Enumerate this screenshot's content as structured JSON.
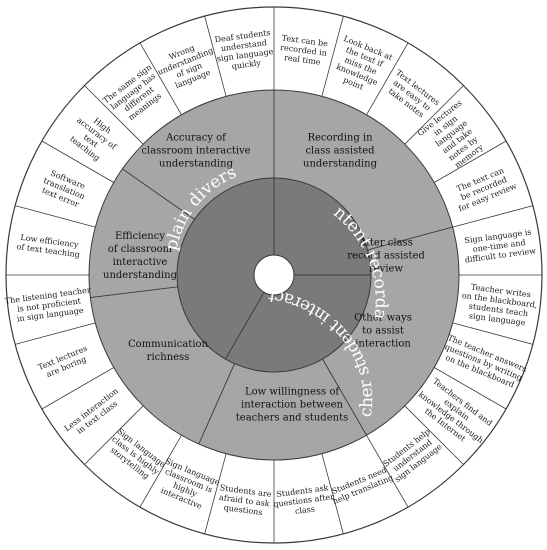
{
  "colors": {
    "background": "#ffffff",
    "outer_ring": "#ffffff",
    "middle_ring": "#a6a6a6",
    "inner_ring": "#7a7a7a",
    "center": "#ffffff",
    "lines": "#3a3a3a",
    "theme_text": "#ffffff"
  },
  "themes": [
    {
      "label": "Explain diversity"
    },
    {
      "label": "Content recordable"
    },
    {
      "label": "Teacher student interaction"
    }
  ],
  "middle_items": [
    {
      "lines": [
        "Accuracy of",
        "classroom interactive",
        "understanding"
      ]
    },
    {
      "lines": [
        "Recording in",
        "class assisted",
        "understanding"
      ]
    },
    {
      "lines": [
        "After class",
        "record assisted",
        "review"
      ]
    },
    {
      "lines": [
        "Other ways",
        "to assist",
        "interaction"
      ]
    },
    {
      "lines": [
        "Low willingness of",
        "interaction between",
        "teachers and students"
      ]
    },
    {
      "lines": [
        "Communication",
        "richness"
      ]
    },
    {
      "lines": [
        "Efficiency",
        "of classroom",
        "interactive",
        "understanding"
      ]
    }
  ],
  "outer_items": [
    {
      "lines": [
        "Text can be",
        "recorded in",
        "real time"
      ]
    },
    {
      "lines": [
        "Look back at",
        "the text if",
        "miss the",
        "knowledge",
        "point"
      ]
    },
    {
      "lines": [
        "Text lectures",
        "are easy to",
        "take notes"
      ]
    },
    {
      "lines": [
        "Give lectures",
        "in sign",
        "language",
        "and take",
        "notes by",
        "memory"
      ]
    },
    {
      "lines": [
        "The text can",
        "be recorded",
        "for easy review"
      ]
    },
    {
      "lines": [
        "Sign language is",
        "one-time and",
        "difficult to review"
      ]
    },
    {
      "lines": [
        "Teacher writes",
        "on the blackboard,",
        "students teach",
        "sign language"
      ]
    },
    {
      "lines": [
        "The teacher answers",
        "questions by writing",
        "on the blackboard"
      ]
    },
    {
      "lines": [
        "Teachers find and",
        "explain",
        "knowledge through",
        "the Internet"
      ]
    },
    {
      "lines": [
        "Students help",
        "understand",
        "sign language"
      ]
    },
    {
      "lines": [
        "Students need",
        "help translating"
      ]
    },
    {
      "lines": [
        "Students ask",
        "questions after",
        "class"
      ]
    },
    {
      "lines": [
        "Students are",
        "afraid to ask",
        "questions"
      ]
    },
    {
      "lines": [
        "Sign language",
        "classroom is",
        "highly",
        "interactive"
      ]
    },
    {
      "lines": [
        "Sign language",
        "class is highly",
        "storytelling"
      ]
    },
    {
      "lines": [
        "Less interaction",
        "in text class"
      ]
    },
    {
      "lines": [
        "Text lectures",
        "are boring"
      ]
    },
    {
      "lines": [
        "The listening teacher",
        "is not proficient",
        "in sign language"
      ]
    },
    {
      "lines": [
        "Low efficiency",
        "of text teaching"
      ]
    },
    {
      "lines": [
        "Software",
        "translation",
        "text error"
      ]
    },
    {
      "lines": [
        "High",
        "accuracy of",
        "text",
        "teaching"
      ]
    },
    {
      "lines": [
        "The same sign",
        "language has",
        "different",
        "meanings"
      ]
    },
    {
      "lines": [
        "Wrong",
        "understanding",
        "of sign",
        "language"
      ]
    },
    {
      "lines": [
        "Deaf students",
        "understand",
        "sign language",
        "quickly"
      ]
    }
  ]
}
